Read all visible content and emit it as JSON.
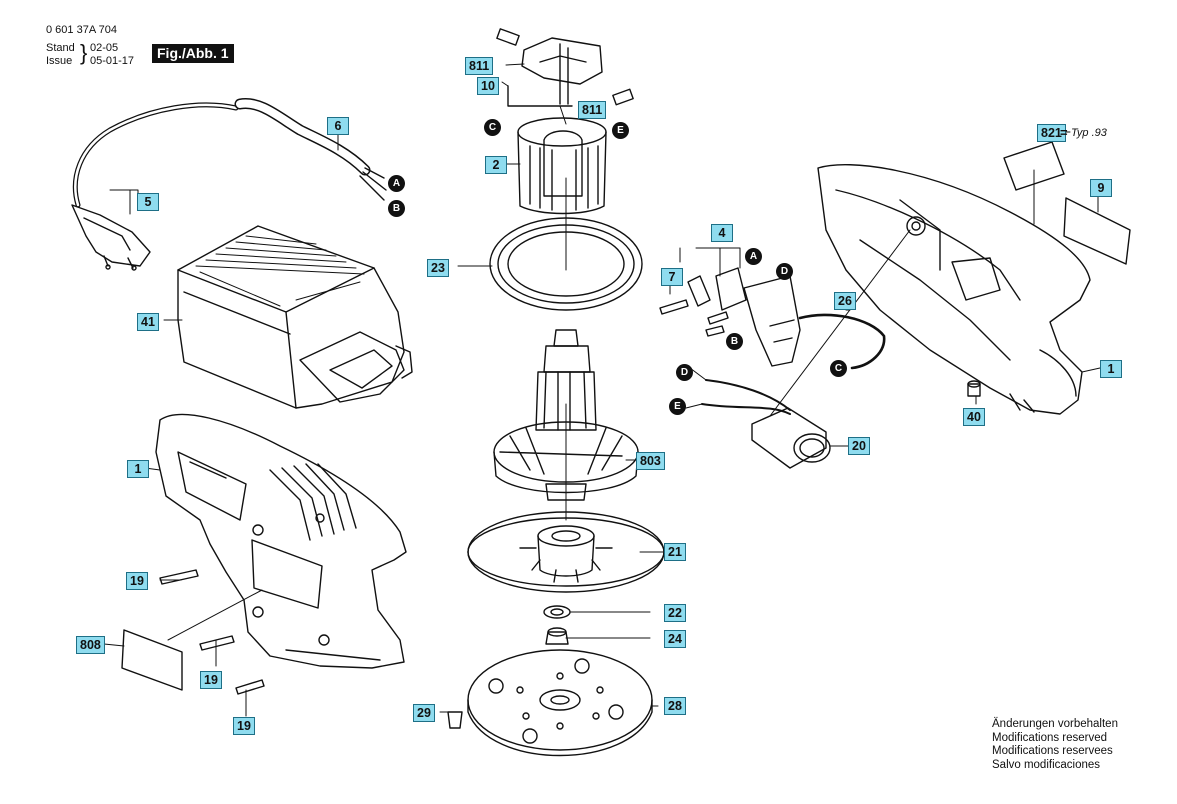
{
  "header": {
    "part_number": "0 601 37A 704",
    "stand_label": "Stand",
    "stand_value": "02-05",
    "issue_label": "Issue",
    "issue_value": "05-01-17",
    "figure_tag": "Fig./Abb. 1"
  },
  "notes": [
    "Änderungen vorbehalten",
    "Modifications reserved",
    "Modifications reservees",
    "Salvo modificaciones"
  ],
  "typ_note": "Typ .93",
  "callouts": {
    "p811a": "811",
    "p10": "10",
    "p811b": "811",
    "p2": "2",
    "p6": "6",
    "p5": "5",
    "p23": "23",
    "p41": "41",
    "p821": "821",
    "p9": "9",
    "p4": "4",
    "p7": "7",
    "p26": "26",
    "p1a": "1",
    "p1b": "1",
    "p40": "40",
    "p20": "20",
    "p803": "803",
    "p21": "21",
    "p22": "22",
    "p24": "24",
    "p28": "28",
    "p29": "29",
    "p19a": "19",
    "p19b": "19",
    "p19c": "19",
    "p808": "808"
  },
  "connectors": {
    "A1": "A",
    "B1": "B",
    "C1": "C",
    "E1": "E",
    "A2": "A",
    "D1": "D",
    "B2": "B",
    "C2": "C",
    "D2": "D",
    "E2": "E"
  },
  "colors": {
    "callout_fill": "#8fdcef",
    "callout_border": "#1e6f86",
    "ink": "#111111"
  }
}
